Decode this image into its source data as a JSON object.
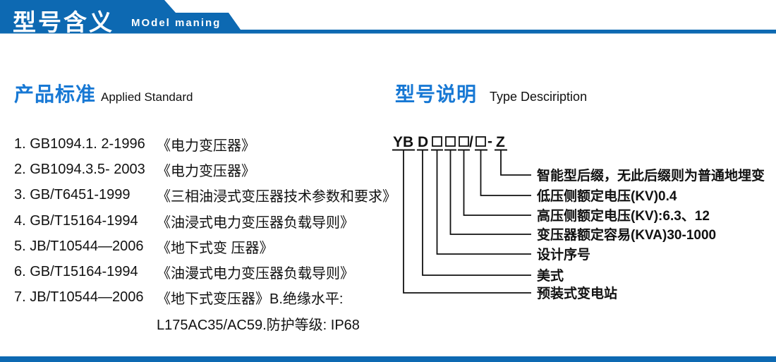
{
  "colors": {
    "blue_header": "#0d69b2",
    "blue_title": "#1778d4",
    "ink": "#111111"
  },
  "header": {
    "title_cn": "型号含义",
    "title_en": "MOdel maning"
  },
  "left": {
    "title_cn": "产品标准",
    "title_en": "Applied Standard",
    "items": [
      {
        "code": "1. GB1094.1. 2-1996",
        "text": "《电力变压器》"
      },
      {
        "code": "2. GB1094.3.5- 2003",
        "text": "《电力变压器》"
      },
      {
        "code": "3. GB/T6451-1999",
        "text": "《三相油浸式变压器技术参数和要求》"
      },
      {
        "code": "4. GB/T15164-1994",
        "text": "《油浸式电力变压器负载导则》"
      },
      {
        "code": "5. JB/T10544—2006",
        "text": "《地下式变 压器》"
      },
      {
        "code": "6. GB/T15164-1994",
        "text": "《油漫式电力变压器负载导则》"
      },
      {
        "code": "7. JB/T10544—2006",
        "text": "《地下式变压器》B.绝缘水平:"
      },
      {
        "code": "",
        "text": "L175AC35/AC59.防护等级: IP68"
      }
    ]
  },
  "right": {
    "title_cn": "型号说明",
    "title_en": "Type Desciription",
    "code": {
      "full": "YB D □□□/□ - Z",
      "yb": "YB",
      "d": "D",
      "slash": "/",
      "dash": "-",
      "z": "Z"
    },
    "labels": [
      "智能型后缀，无此后缀则为普通地埋变",
      "低压侧额定电压(KV)0.4",
      "高压侧额定电压(KV):6.3、12",
      "变压器额定容易(KVA)30-1000",
      "设计序号",
      "美式",
      "预装式变电站"
    ]
  }
}
